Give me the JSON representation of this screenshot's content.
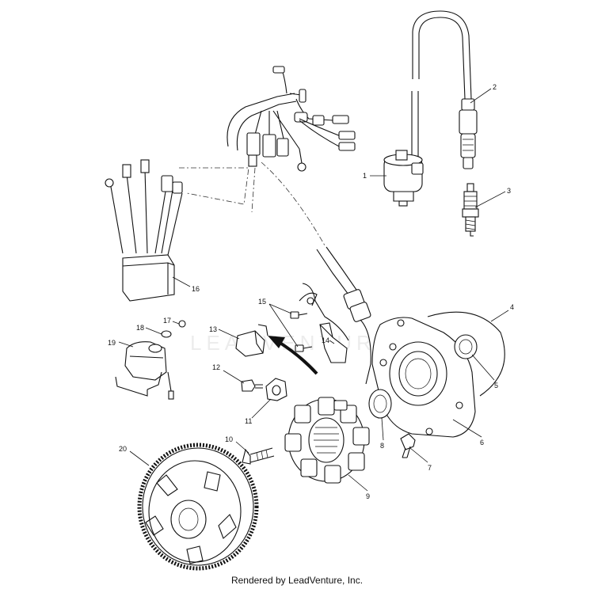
{
  "diagram": {
    "parts": [
      {
        "id": "1",
        "label": "1"
      },
      {
        "id": "2",
        "label": "2"
      },
      {
        "id": "3",
        "label": "3"
      },
      {
        "id": "4",
        "label": "4"
      },
      {
        "id": "5",
        "label": "5"
      },
      {
        "id": "6",
        "label": "6"
      },
      {
        "id": "7",
        "label": "7"
      },
      {
        "id": "8",
        "label": "8"
      },
      {
        "id": "9",
        "label": "9"
      },
      {
        "id": "10",
        "label": "10"
      },
      {
        "id": "11",
        "label": "11"
      },
      {
        "id": "12",
        "label": "12"
      },
      {
        "id": "13",
        "label": "13"
      },
      {
        "id": "14",
        "label": "14"
      },
      {
        "id": "15",
        "label": "15"
      },
      {
        "id": "16",
        "label": "16"
      },
      {
        "id": "17",
        "label": "17"
      },
      {
        "id": "18",
        "label": "18"
      },
      {
        "id": "19",
        "label": "19"
      },
      {
        "id": "20",
        "label": "20"
      }
    ]
  },
  "watermark": "LEADVENTURE",
  "footer": "Rendered by LeadVenture, Inc."
}
